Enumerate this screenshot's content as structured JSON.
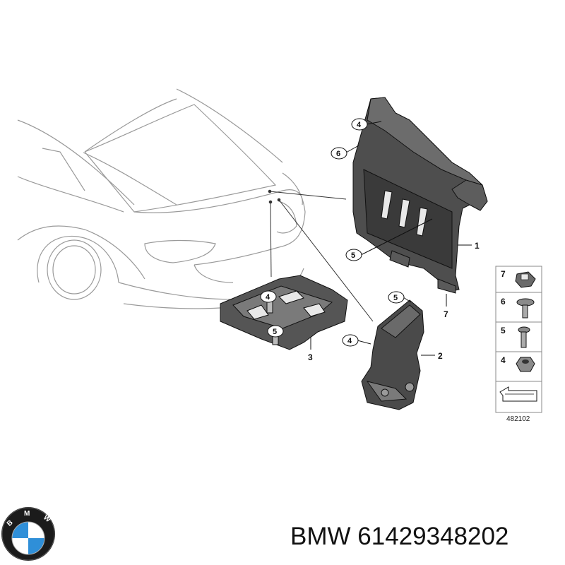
{
  "callouts": {
    "bracket_main": "1",
    "bracket_side": "2",
    "holder_tray": "3",
    "nut": "4",
    "screw": "5",
    "bolt": "6",
    "clip": "7"
  },
  "legend": {
    "items": [
      "7",
      "6",
      "5",
      "4"
    ],
    "diagram_id": "482102"
  },
  "footer": {
    "brand": "BMW",
    "part_number": "61429348202"
  },
  "logo": {
    "letters": "BMW",
    "colors": {
      "blue": "#2f8fd8",
      "white": "#ffffff",
      "ring": "#111111"
    }
  }
}
